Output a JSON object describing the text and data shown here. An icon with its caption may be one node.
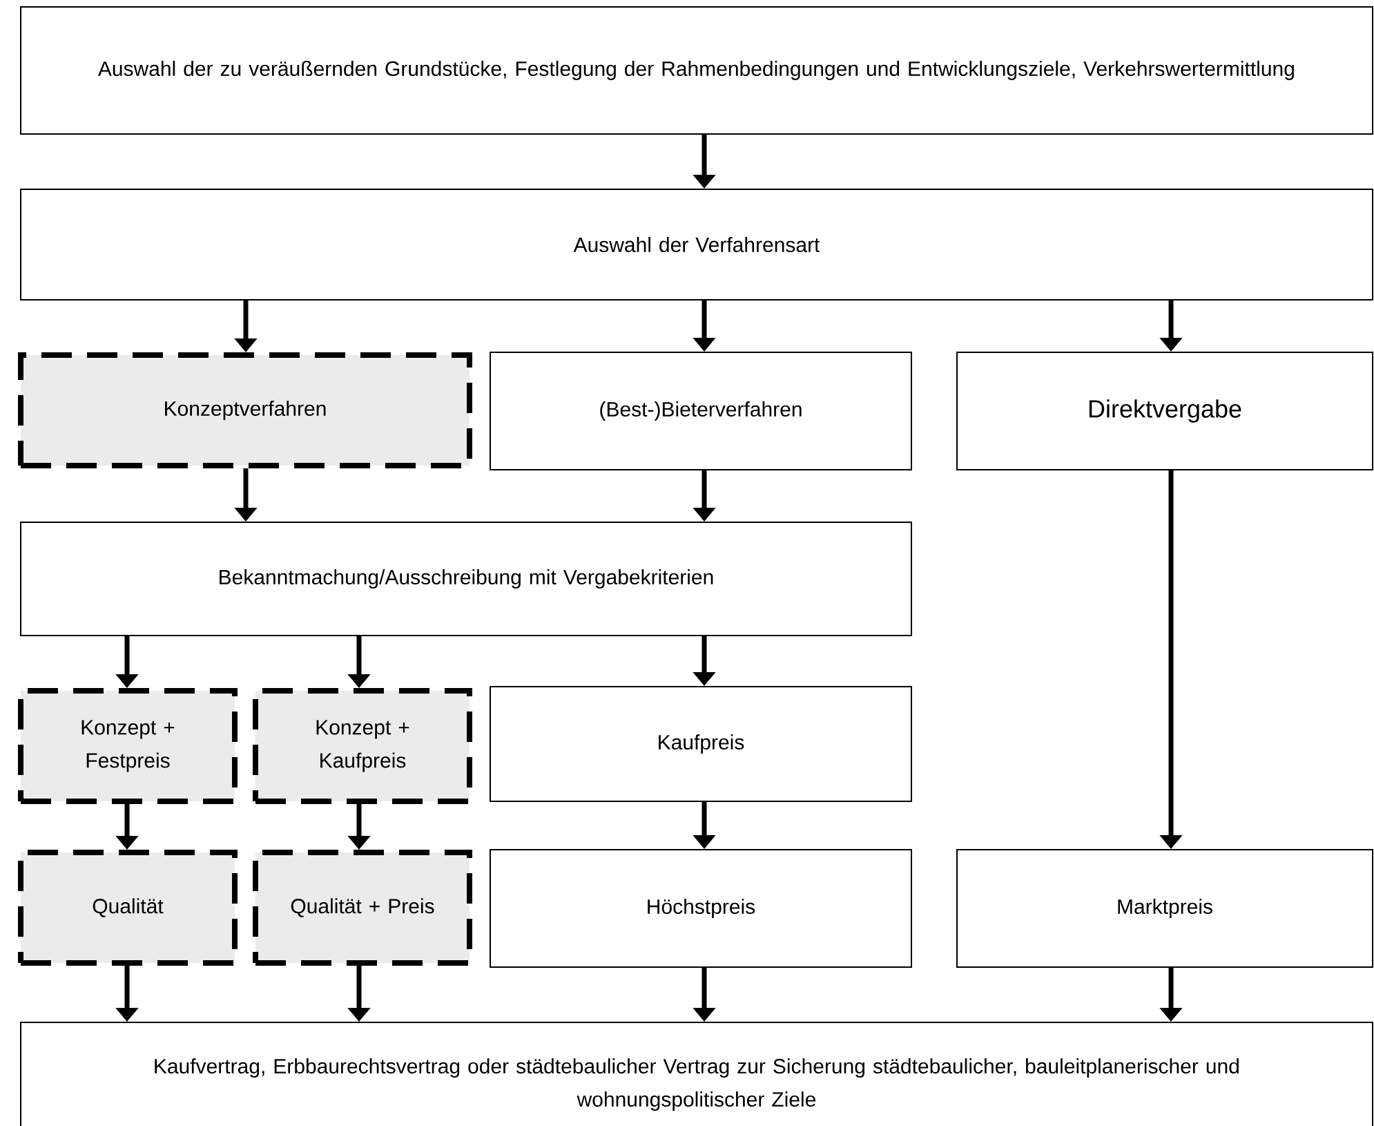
{
  "diagram": {
    "nodes": [
      {
        "text": [
          "Auswahl der zu veräußernden Grundstücke, Festlegung der Rahmenbedingungen und Entwicklungsziele, Verkehrswertermittlung"
        ]
      },
      {
        "text": [
          "Auswahl der Verfahrensart"
        ]
      },
      {
        "text": [
          "Konzeptverfahren"
        ]
      },
      {
        "text": [
          "(Best-)Bieterverfahren"
        ]
      },
      {
        "text": [
          "Direktvergabe"
        ]
      },
      {
        "text": [
          "Bekanntmachung/Ausschreibung mit Vergabekriterien"
        ]
      },
      {
        "text": [
          "Konzept + Festpreis"
        ]
      },
      {
        "text": [
          "Konzept + Kaufpreis"
        ]
      },
      {
        "text": [
          "Kaufpreis"
        ]
      },
      {
        "text": [
          "Qualität"
        ]
      },
      {
        "text": [
          "Qualität + Preis"
        ]
      },
      {
        "text": [
          "Höchstpreis"
        ]
      },
      {
        "text": [
          "Marktpreis"
        ]
      },
      {
        "text": [
          "Kaufvertrag, Erbbaurechtsvertrag oder städtebaulicher Vertrag zur Sicherung städtebaulicher, bauleitplanerischer und wohnungspolitischer Ziele"
        ]
      }
    ],
    "edges": [
      {
        "from": 0,
        "to": 1,
        "arrow": "to"
      },
      {
        "from": 1,
        "to": 2,
        "arrow": "to"
      },
      {
        "from": 1,
        "to": 3,
        "arrow": "to"
      },
      {
        "from": 1,
        "to": 4,
        "arrow": "to"
      },
      {
        "from": 2,
        "to": 5,
        "arrow": "to"
      },
      {
        "from": 3,
        "to": 5,
        "arrow": "to"
      },
      {
        "from": 5,
        "to": 6,
        "arrow": "to"
      },
      {
        "from": 5,
        "to": 7,
        "arrow": "to"
      },
      {
        "from": 5,
        "to": 8,
        "arrow": "to"
      },
      {
        "from": 6,
        "to": 9,
        "arrow": "to"
      },
      {
        "from": 7,
        "to": 10,
        "arrow": "to"
      },
      {
        "from": 8,
        "to": 11,
        "arrow": "to"
      },
      {
        "from": 4,
        "to": 12,
        "arrow": "to"
      },
      {
        "from": 9,
        "to": 13,
        "arrow": "to"
      },
      {
        "from": 10,
        "to": 13,
        "arrow": "to"
      },
      {
        "from": 11,
        "to": 13,
        "arrow": "to"
      },
      {
        "from": 12,
        "to": 13,
        "arrow": "to"
      }
    ]
  }
}
